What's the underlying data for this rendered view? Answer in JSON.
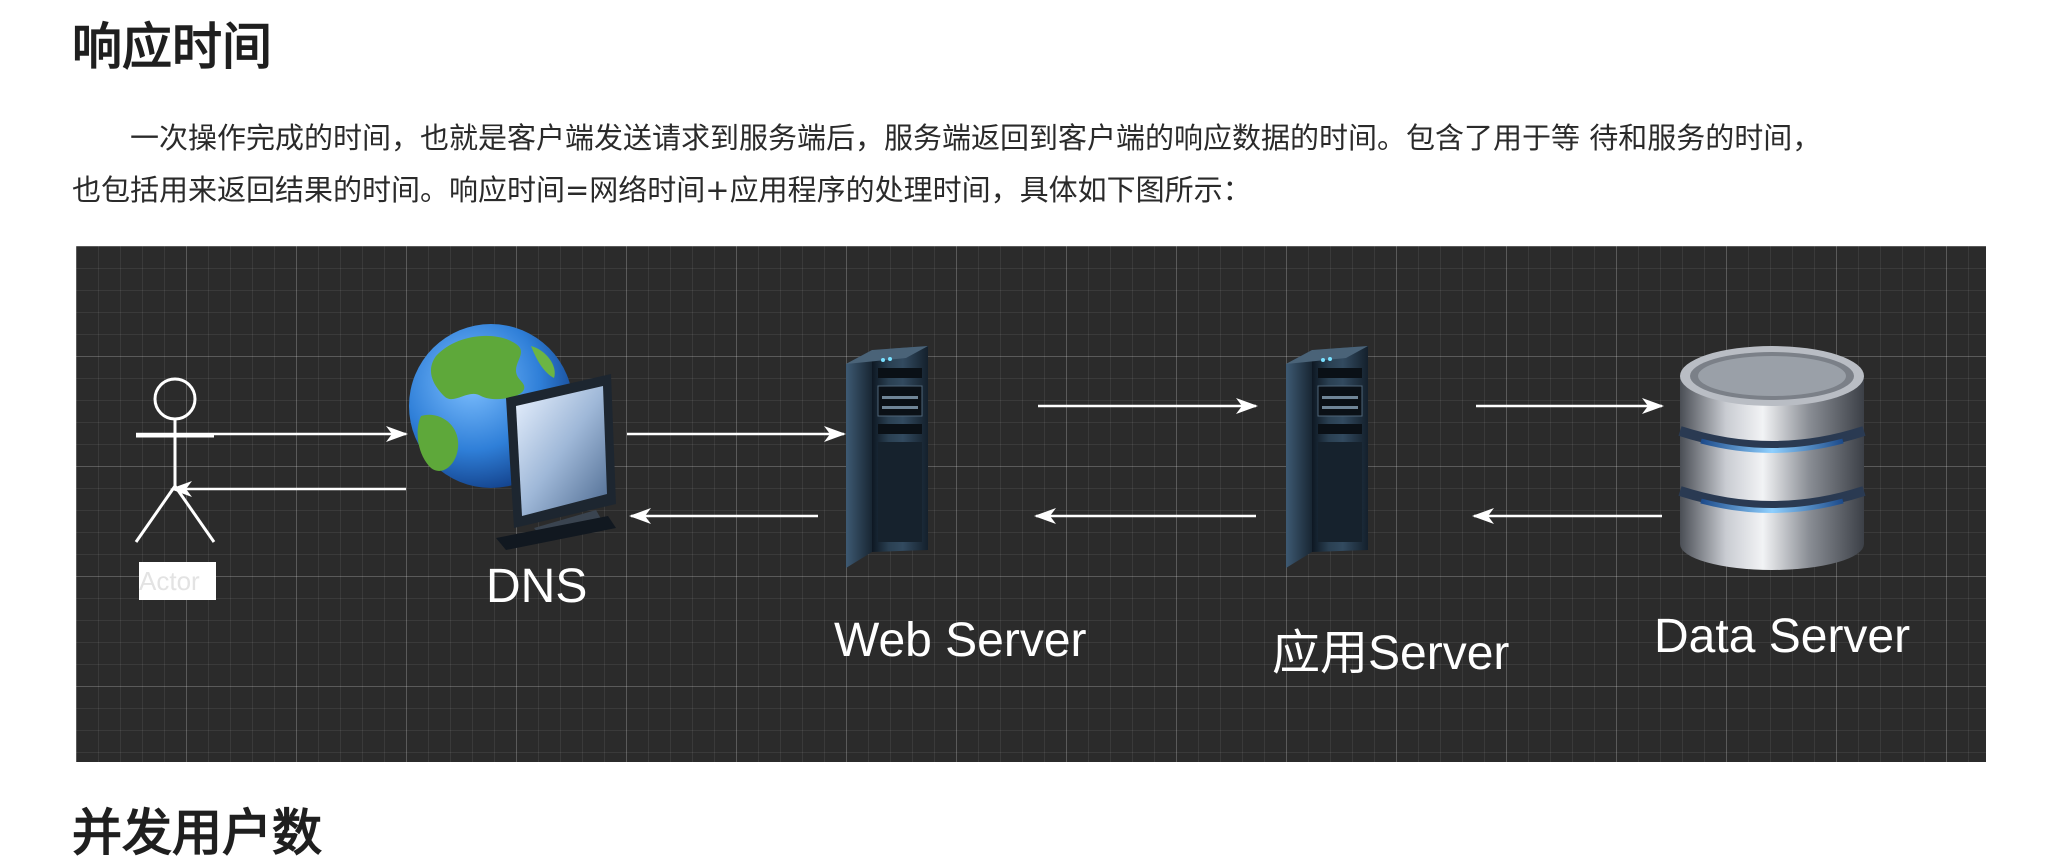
{
  "heading_response_time": "响应时间",
  "paragraph": {
    "line1": "一次操作完成的时间，也就是客户端发送请求到服务端后，服务端返回到客户端的响应数据的时间。包含了用于等 待和服务的时间，",
    "line2": "也包括用来返回结果的时间。响应时间=网络时间+应用程序的处理时间，具体如下图所示："
  },
  "diagram": {
    "actor_label": "Actor",
    "nodes": {
      "dns": "DNS",
      "web_server": "Web Server",
      "app_server": "应用Server",
      "data_server": "Data Server"
    },
    "icons": {
      "actor": "stick-figure-icon",
      "dns": "globe-monitor-icon",
      "web_server": "server-tower-icon",
      "app_server": "server-tower-icon",
      "data_server": "database-cylinder-icon"
    },
    "colors": {
      "background": "#2b2b2b",
      "arrows": "#ffffff",
      "labels": "#ffffff"
    }
  },
  "heading_concurrent_users": "并发用户数"
}
